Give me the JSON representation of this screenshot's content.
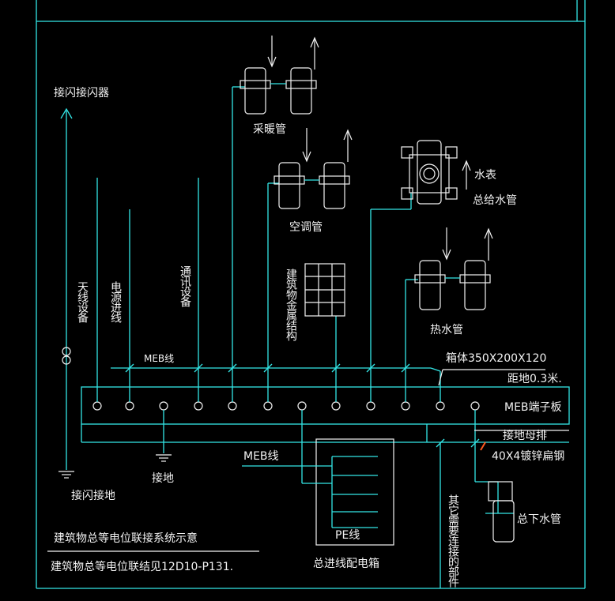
{
  "labels": {
    "lightning_receptor": "接闪接闪器",
    "heating_pipe": "采暖管",
    "ac_pipe": "空调管",
    "water_meter": "水表",
    "main_water_pipe": "总给水管",
    "hot_water_pipe": "热水管",
    "antenna_equipment": "天线设备",
    "power_incoming": "电源进线",
    "comm_equipment": "通讯设备",
    "building_metal": "建筑物金属结构",
    "meb_line_top": "MEB线",
    "box_size": "箱体350X200X120",
    "height_above_ground": "距地0.3米.",
    "meb_terminal_board": "MEB端子板",
    "ground_busbar": "接地母排",
    "galvanized_flat_steel": "40X4镀锌扁钢",
    "meb_line_lower": "MEB线",
    "lightning_ground": "接闪接地",
    "ground": "接地",
    "pe_line": "PE线",
    "main_distribution_box": "总进线配电箱",
    "sewer_pipe": "总下水管",
    "other_parts": "其它需要连接的部件",
    "diagram_title": "建筑物总等电位联接系统示意",
    "reference_note": "建筑物总等电位联结见12D10-P131."
  },
  "colors": {
    "line": "#33e6e6",
    "text": "#f2f2f2",
    "accent": "#ff5a1f",
    "background": "#000000"
  }
}
